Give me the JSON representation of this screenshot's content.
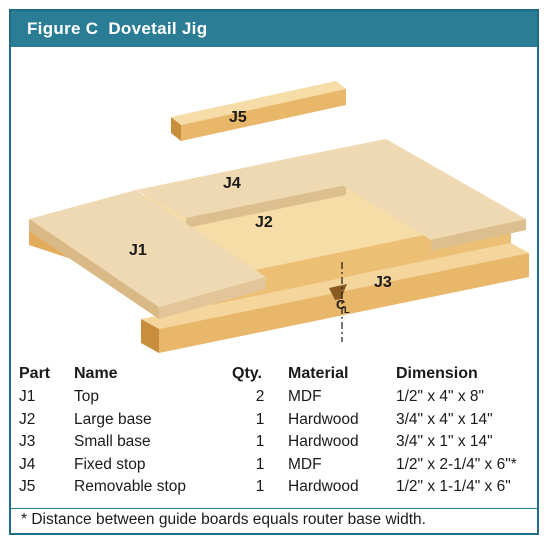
{
  "header": {
    "figure": "Figure C",
    "title": "Dovetail Jig"
  },
  "diagram": {
    "labels": {
      "j1": "J1",
      "j2": "J2",
      "j3": "J3",
      "j4": "J4",
      "j5": "J5",
      "centerline": "C",
      "centerline_sub": "L"
    },
    "colors": {
      "mdf_top": "#efd9b2",
      "mdf_edge": "#dcbf8e",
      "hardwood_top": "#f6dca6",
      "hardwood_face": "#e9b76a",
      "hardwood_dark": "#c98d3e",
      "header_bg": "#2a7d94"
    }
  },
  "table": {
    "headers": [
      "Part",
      "Name",
      "Qty.",
      "Material",
      "Dimension"
    ],
    "rows": [
      [
        "J1",
        "Top",
        "2",
        "MDF",
        "1/2\" x 4\" x 8\""
      ],
      [
        "J2",
        "Large base",
        "1",
        "Hardwood",
        "3/4\" x 4\" x 14\""
      ],
      [
        "J3",
        "Small base",
        "1",
        "Hardwood",
        "3/4\" x 1\" x 14\""
      ],
      [
        "J4",
        "Fixed stop",
        "1",
        "MDF",
        "1/2\" x 2-1/4\" x 6\"*"
      ],
      [
        "J5",
        "Removable stop",
        "1",
        "Hardwood",
        "1/2\" x 1-1/4\" x 6\""
      ]
    ]
  },
  "footnote": "* Distance between guide boards equals router base width."
}
